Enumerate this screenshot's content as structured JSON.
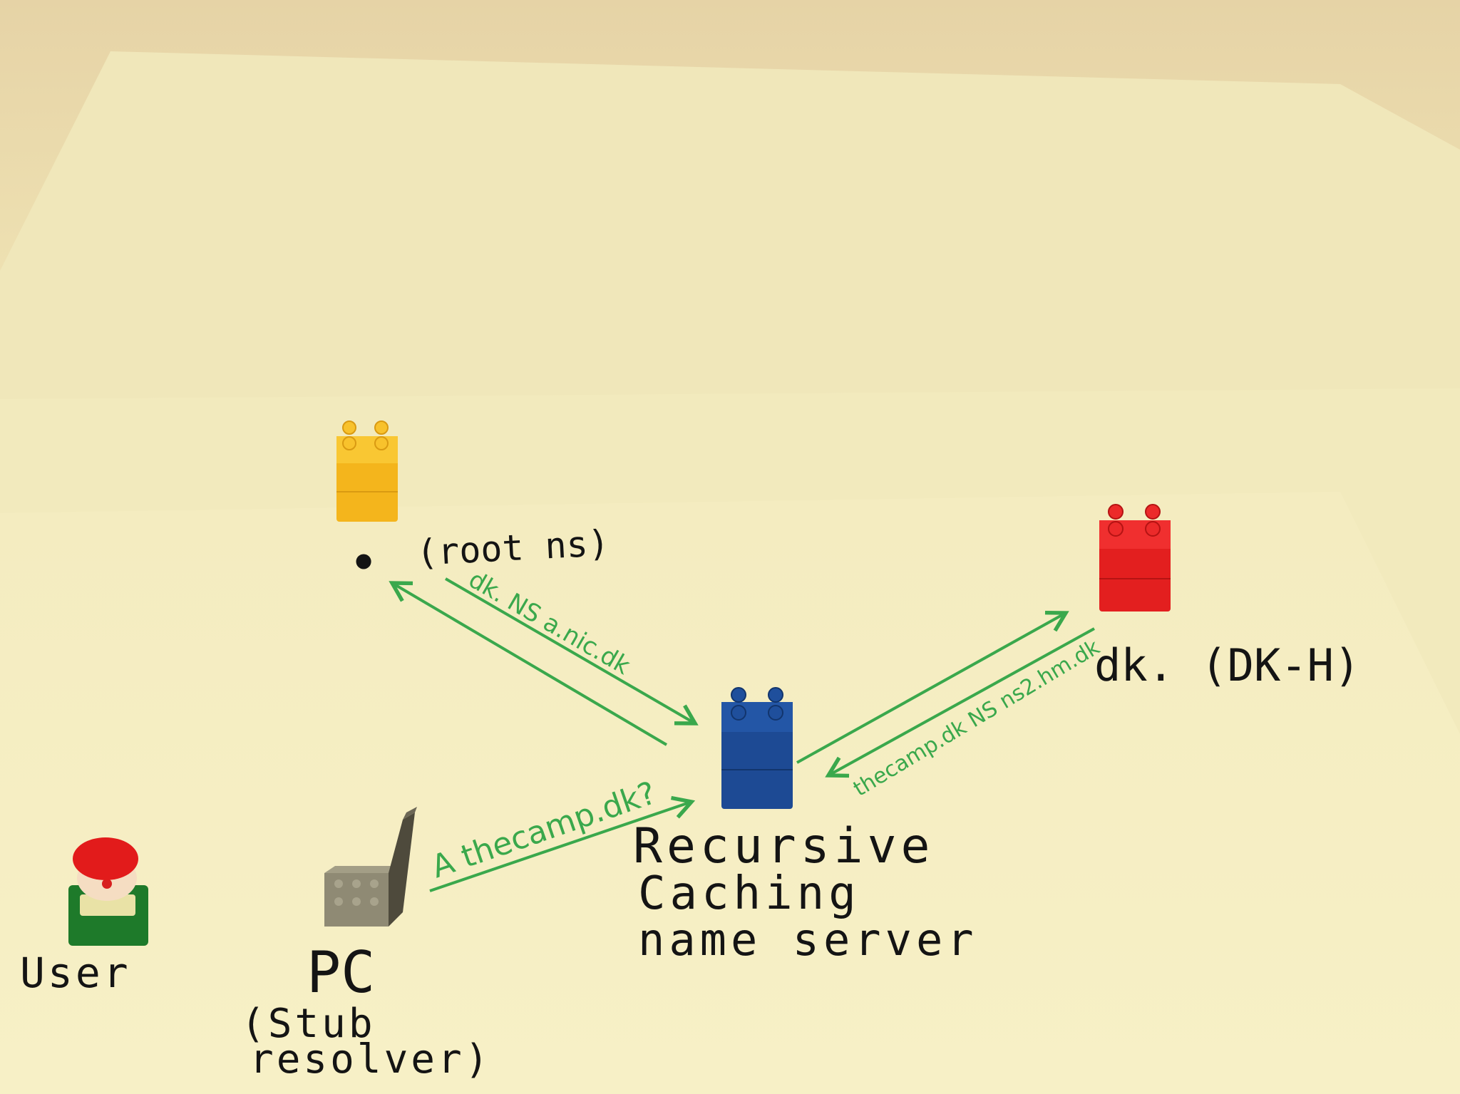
{
  "colors": {
    "ink": "#141414",
    "arrow_green": "#3aa84c",
    "paper": "#f6efc3",
    "root_block": "#f4b51c",
    "dk_block": "#e31f1f",
    "resolver_block": "#1d4a94",
    "pc_block": "#8f8a74"
  },
  "nodes": {
    "root": {
      "dot": "•",
      "label": "(root ns)",
      "icon": "yellow-lego-block"
    },
    "dk": {
      "label": "dk. (DK-H)",
      "icon": "red-lego-block"
    },
    "resolver": {
      "line1": "Recursive",
      "line2": "Caching",
      "line3": "name  server",
      "icon": "blue-lego-block"
    },
    "pc": {
      "label": "PC",
      "sub1": "(Stub",
      "sub2": "resolver)",
      "icon": "grey-lego-laptop"
    },
    "user": {
      "label": "User",
      "icon": "lego-clown-figure"
    }
  },
  "arrows": {
    "query": "A thecamp.dk?",
    "root_reply": "dk. NS a.nic.dk",
    "dk_reply": "thecamp.dk NS ns2.hm.dk"
  }
}
